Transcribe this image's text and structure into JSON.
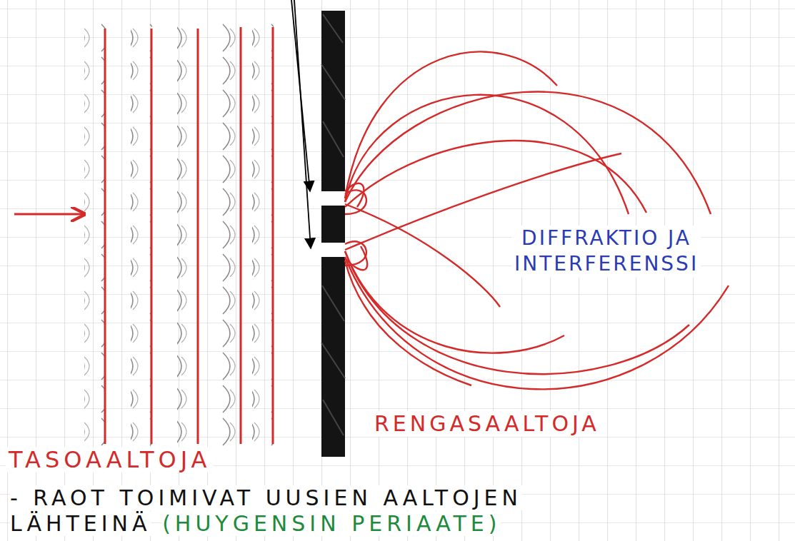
{
  "diagram": {
    "labels": [
      "TASOAALTOJA",
      "RENGASAALTOJA",
      "DIFFRAKTIO JA INTERFERENSSI",
      "- RAOT TOIMIVAT UUSIEN AALTOJEN LÄHTEINÄ",
      "(HUYGENSIN PERIAATE)"
    ]
  }
}
